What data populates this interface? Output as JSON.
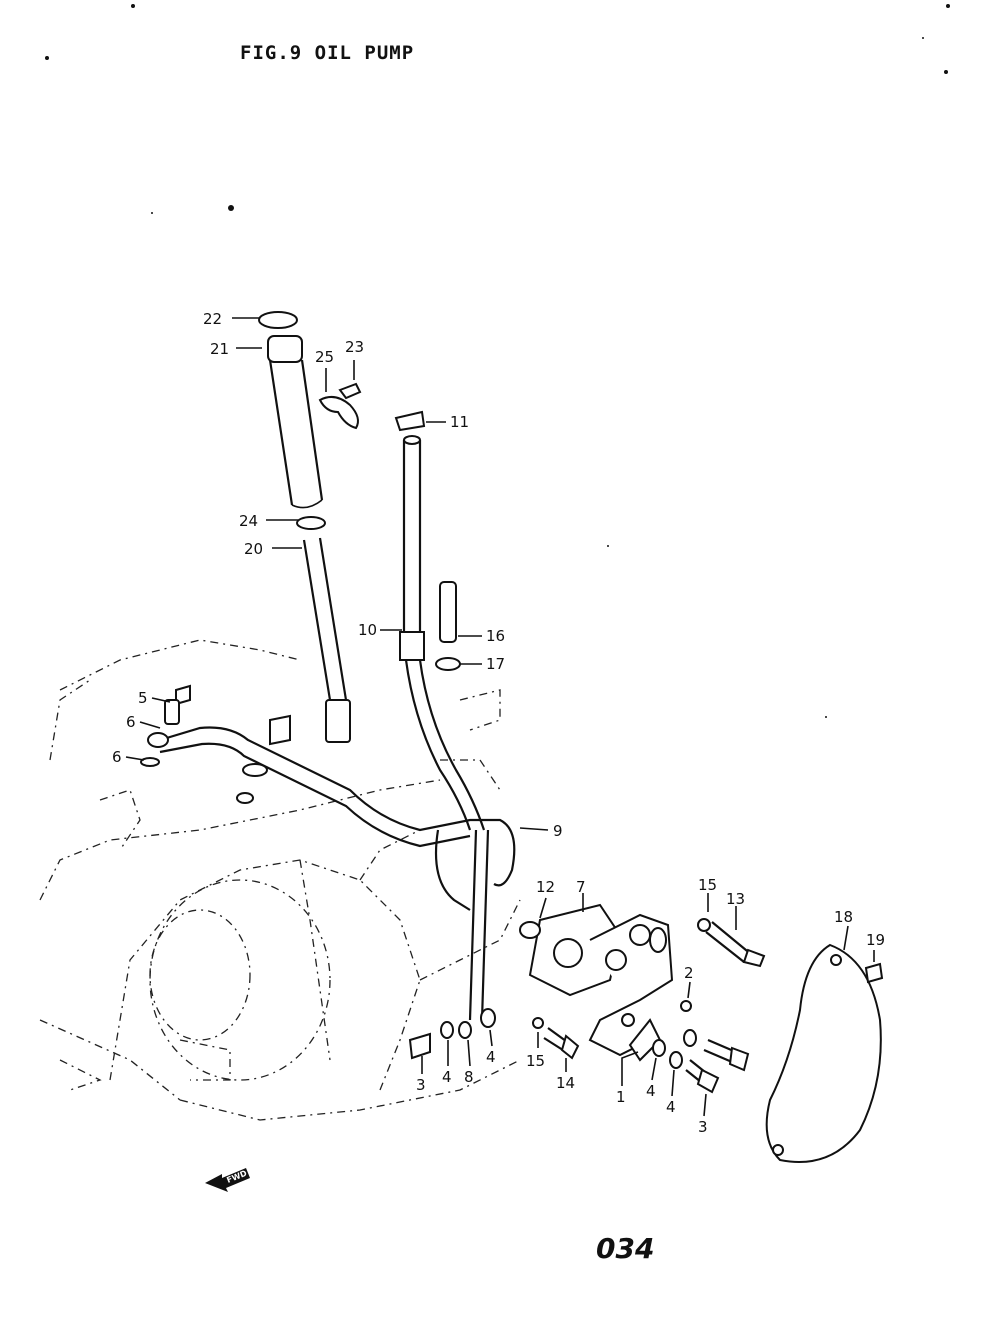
{
  "title": "FIG.9  OIL PUMP",
  "page_number": "034",
  "fwd_label": "FWD",
  "callouts": {
    "c1": "1",
    "c2": "2",
    "c3a": "3",
    "c3b": "3",
    "c4a": "4",
    "c4b": "4",
    "c4c": "4",
    "c4d": "4",
    "c5": "5",
    "c6a": "6",
    "c6b": "6",
    "c7": "7",
    "c8": "8",
    "c9": "9",
    "c10": "10",
    "c11": "11",
    "c12": "12",
    "c13": "13",
    "c14": "14",
    "c15a": "15",
    "c15b": "15",
    "c16": "16",
    "c17": "17",
    "c18": "18",
    "c19": "19",
    "c20": "20",
    "c21": "21",
    "c22": "22",
    "c23": "23",
    "c24": "24",
    "c25": "25"
  }
}
